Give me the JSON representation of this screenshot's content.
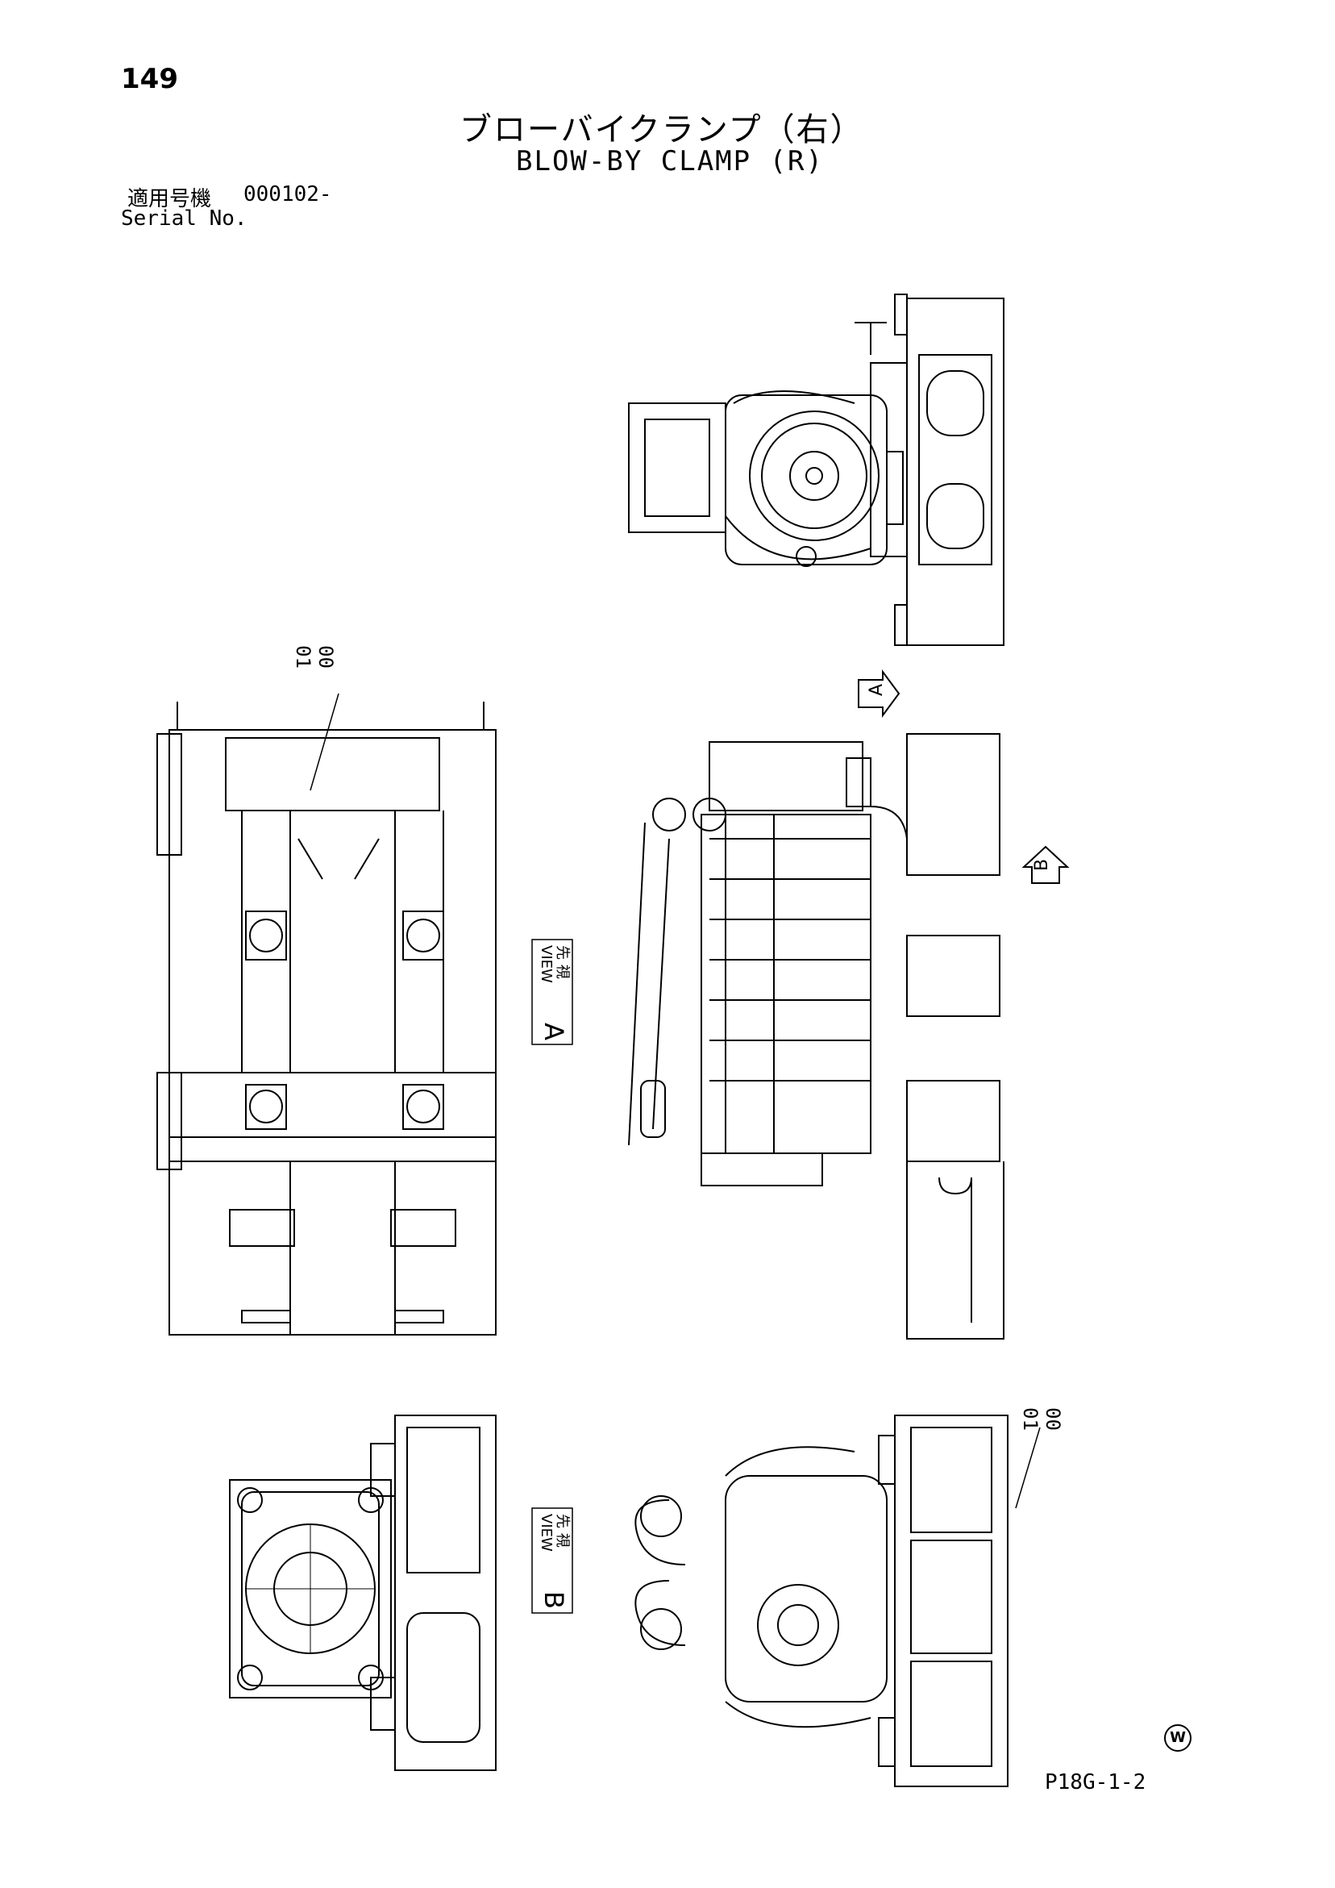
{
  "page": {
    "number": "149",
    "title_jp": "ブローバイクランプ（右）",
    "title_en": "BLOW-BY CLAMP (R)",
    "serial_label_jp": "適用号機",
    "serial_value": "000102-",
    "serial_label_en": "Serial No.",
    "code": "P18G-1-2",
    "mark": "W"
  },
  "callouts": {
    "top_left": [
      "00",
      "01"
    ],
    "bottom_right": [
      "00",
      "01"
    ]
  },
  "views": {
    "a": {
      "jp": "先 視",
      "en": "VIEW",
      "letter": "A"
    },
    "b": {
      "jp": "先 視",
      "en": "VIEW",
      "letter": "B"
    },
    "arrow_a": "A",
    "arrow_b": "B"
  }
}
